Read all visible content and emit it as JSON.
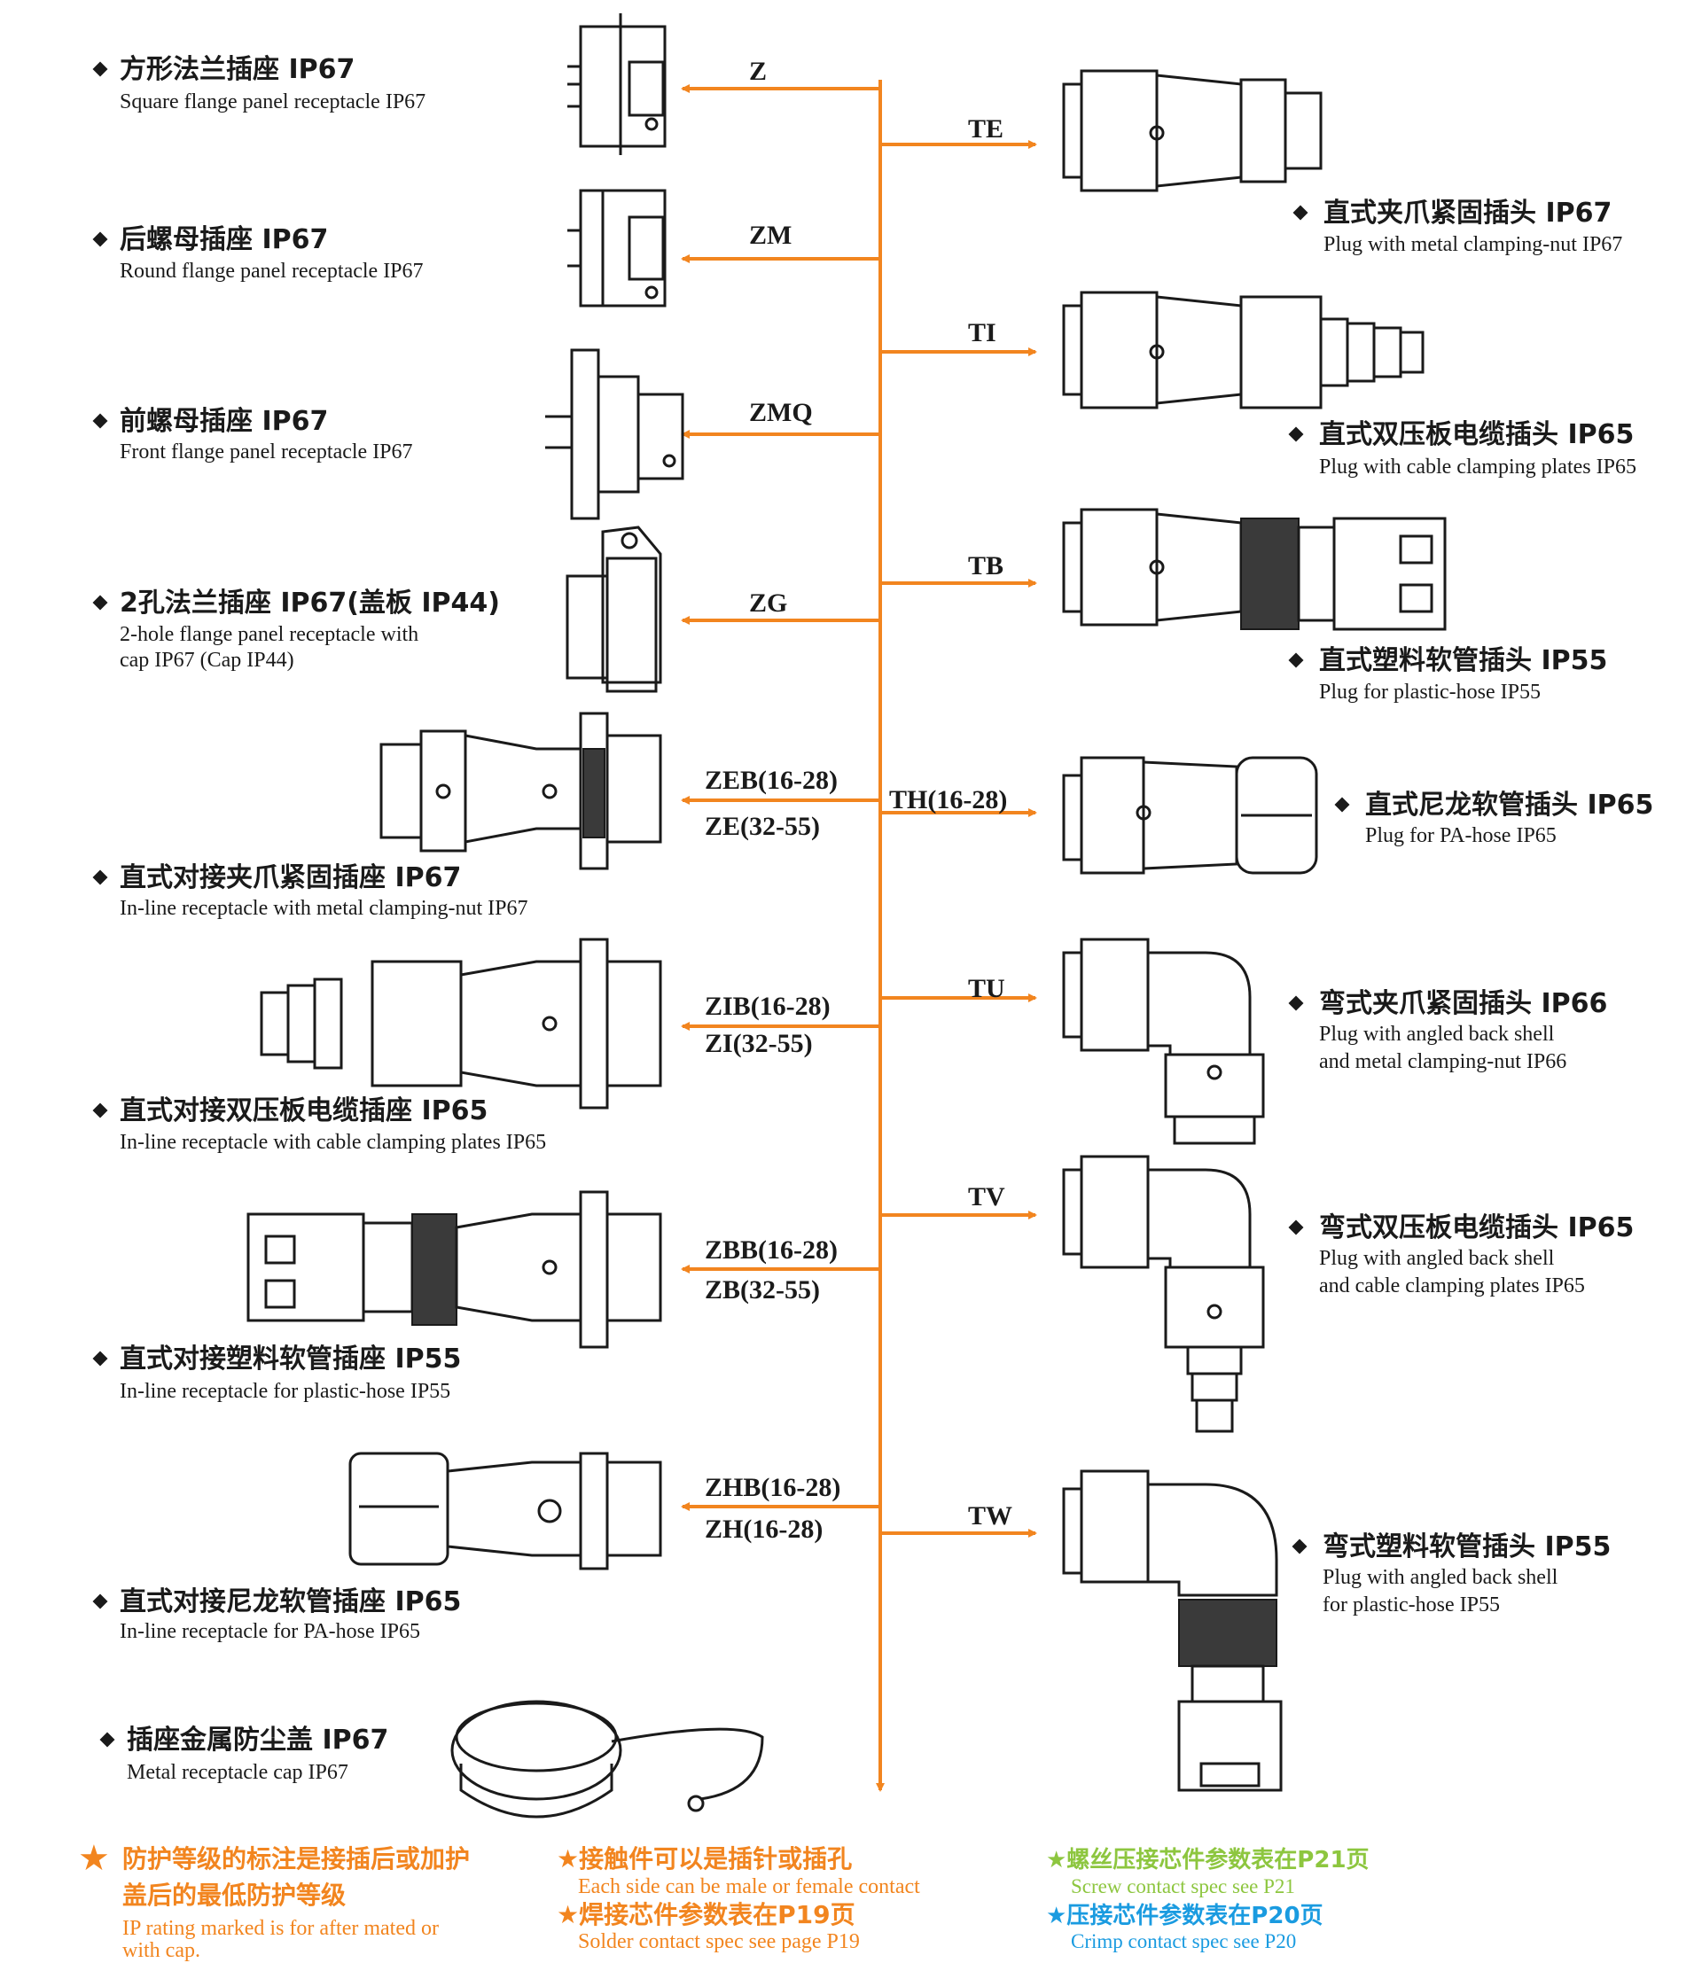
{
  "colors": {
    "arrow": "#f2851f",
    "text": "#1a1a1a",
    "note_orange": "#f2851f",
    "note_green": "#8dc63f",
    "note_blue": "#1a9be0"
  },
  "left_items": [
    {
      "code_lines": [
        "Z"
      ],
      "zh": "方形法兰插座 IP67",
      "en": [
        "Square flange panel receptacle  IP67"
      ],
      "icon": "square-flange-receptacle-icon"
    },
    {
      "code_lines": [
        "ZM"
      ],
      "zh": "后螺母插座 IP67",
      "en": [
        "Round flange panel receptacle  IP67"
      ],
      "icon": "round-flange-receptacle-icon"
    },
    {
      "code_lines": [
        "ZMQ"
      ],
      "zh": "前螺母插座 IP67",
      "en": [
        "Front flange panel receptacle  IP67"
      ],
      "icon": "front-flange-receptacle-icon"
    },
    {
      "code_lines": [
        "ZG"
      ],
      "zh": "2孔法兰插座 IP67(盖板  IP44)",
      "en": [
        "2-hole flange panel receptacle with",
        "cap IP67 (Cap IP44)"
      ],
      "icon": "two-hole-flange-receptacle-icon"
    },
    {
      "code_lines": [
        "ZEB(16-28)",
        "ZE(32-55)"
      ],
      "zh": "直式对接夹爪紧固插座 IP67",
      "en": [
        "In-line receptacle with metal clamping-nut  IP67"
      ],
      "icon": "inline-clamping-nut-receptacle-icon"
    },
    {
      "code_lines": [
        "ZIB(16-28)",
        "ZI(32-55)"
      ],
      "zh": "直式对接双压板电缆插座 IP65",
      "en": [
        "In-line receptacle with cable clamping plates IP65"
      ],
      "icon": "inline-cable-clamping-receptacle-icon"
    },
    {
      "code_lines": [
        "ZBB(16-28)",
        "ZB(32-55)"
      ],
      "zh": "直式对接塑料软管插座  IP55",
      "en": [
        "In-line receptacle for plastic-hose IP55"
      ],
      "icon": "inline-plastic-hose-receptacle-icon"
    },
    {
      "code_lines": [
        "ZHB(16-28)",
        "ZH(16-28)"
      ],
      "zh": "直式对接尼龙软管插座  IP65",
      "en": [
        "In-line receptacle for PA-hose IP65"
      ],
      "icon": "inline-pa-hose-receptacle-icon"
    },
    {
      "code_lines": [],
      "zh": "插座金属防尘盖 IP67",
      "en": [
        "Metal receptacle cap IP67"
      ],
      "icon": "metal-receptacle-cap-icon"
    }
  ],
  "right_items": [
    {
      "code": "TE",
      "zh": "直式夹爪紧固插头 IP67",
      "en": [
        "Plug with metal clamping-nut  IP67"
      ],
      "icon": "plug-clamping-nut-icon"
    },
    {
      "code": "TI",
      "zh": "直式双压板电缆插头 IP65",
      "en": [
        "Plug with cable clamping plates  IP65"
      ],
      "icon": "plug-cable-clamping-icon"
    },
    {
      "code": "TB",
      "zh": "直式塑料软管插头  IP55",
      "en": [
        "Plug for plastic-hose  IP55"
      ],
      "icon": "plug-plastic-hose-icon"
    },
    {
      "code": "TH(16-28)",
      "zh": "直式尼龙软管插头  IP65",
      "en": [
        "Plug for PA-hose  IP65"
      ],
      "icon": "plug-pa-hose-icon"
    },
    {
      "code": "TU",
      "zh": "弯式夹爪紧固插头  IP66",
      "en": [
        "Plug with angled back shell",
        "and metal clamping-nut  IP66"
      ],
      "icon": "angled-plug-clamping-nut-icon"
    },
    {
      "code": "TV",
      "zh": "弯式双压板电缆插头 IP65",
      "en": [
        "Plug with angled back shell",
        "and cable clamping plates  IP65"
      ],
      "icon": "angled-plug-cable-clamping-icon"
    },
    {
      "code": "TW",
      "zh": "弯式塑料软管插头  IP55",
      "en": [
        "Plug with angled back shell",
        "for plastic-hose IP55"
      ],
      "icon": "angled-plug-plastic-hose-icon"
    }
  ],
  "footnotes": {
    "star": "★",
    "ip_note": {
      "zh": [
        "防护等级的标注是接插后或加护",
        "盖后的最低防护等级"
      ],
      "en": [
        "IP rating marked is for after mated or",
        "with cap."
      ]
    },
    "contact_note": {
      "zh": "★接触件可以是插针或插孔",
      "en": "Each side can be male or female contact"
    },
    "solder_note": {
      "zh": "★焊接芯件参数表在P19页",
      "en": "Solder contact spec see page P19"
    },
    "screw_note": {
      "zh": "★螺丝压接芯件参数表在P21页",
      "en": "Screw contact spec see P21"
    },
    "crimp_note": {
      "zh": "★压接芯件参数表在P20页",
      "en": "Crimp contact spec see P20"
    }
  }
}
